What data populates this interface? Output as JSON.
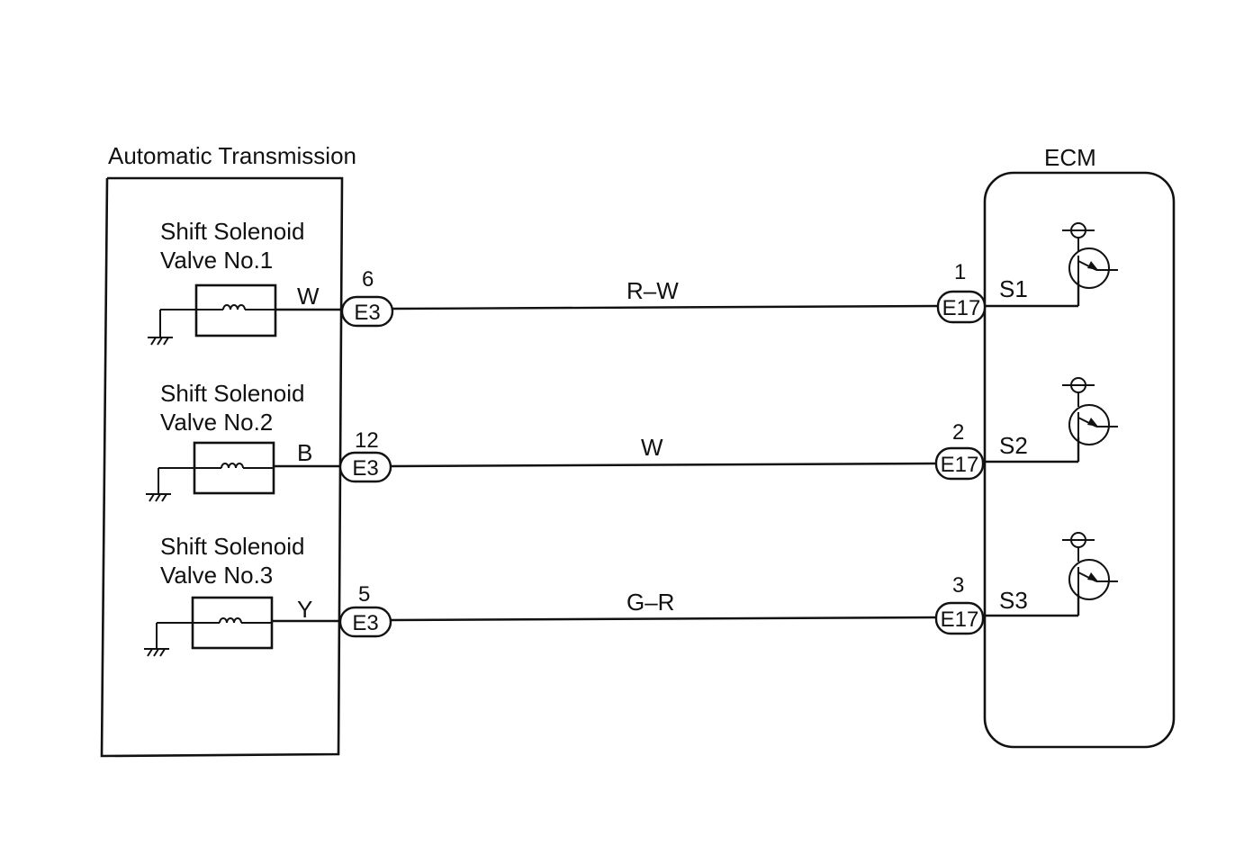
{
  "left_box": {
    "title": "Automatic Transmission"
  },
  "right_box": {
    "title": "ECM"
  },
  "circuits": [
    {
      "valve_line1": "Shift Solenoid",
      "valve_line2": "Valve No.1",
      "valve_wire_color": "W",
      "tx_connector": "E3",
      "tx_pin": "6",
      "harness_color": "R–W",
      "ecm_pin": "1",
      "ecm_connector": "E17",
      "ecm_terminal": "S1"
    },
    {
      "valve_line1": "Shift Solenoid",
      "valve_line2": "Valve No.2",
      "valve_wire_color": "B",
      "tx_connector": "E3",
      "tx_pin": "12",
      "harness_color": "W",
      "ecm_pin": "2",
      "ecm_connector": "E17",
      "ecm_terminal": "S2"
    },
    {
      "valve_line1": "Shift Solenoid",
      "valve_line2": "Valve No.3",
      "valve_wire_color": "Y",
      "tx_connector": "E3",
      "tx_pin": "5",
      "harness_color": "G–R",
      "ecm_pin": "3",
      "ecm_connector": "E17",
      "ecm_terminal": "S3"
    }
  ],
  "icons": {
    "ground": "ground-icon",
    "coil": "coil-icon",
    "transistor": "transistor-icon"
  }
}
